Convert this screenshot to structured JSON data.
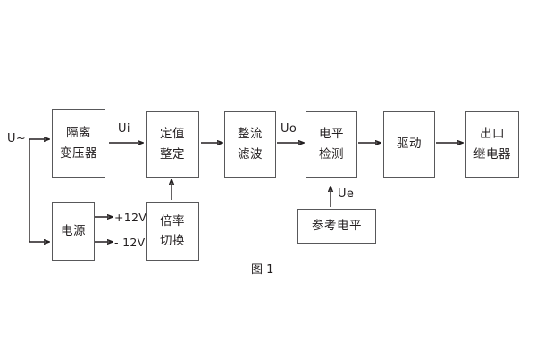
{
  "figure": {
    "caption": "图 1",
    "stroke_color": "#231f20",
    "box_border_color": "#58585a",
    "background": "#ffffff"
  },
  "signals": {
    "input": "U~",
    "ui": "Ui",
    "uo": "Uo",
    "ue": "Ue",
    "rail_pos": "+12V",
    "rail_neg": "- 12V"
  },
  "blocks": [
    {
      "id": "isolation-transformer",
      "lines": [
        "隔离",
        "变压器"
      ]
    },
    {
      "id": "setting-value",
      "lines": [
        "定值",
        "整定"
      ]
    },
    {
      "id": "rectify-filter",
      "lines": [
        "整流",
        "滤波"
      ]
    },
    {
      "id": "level-detect",
      "lines": [
        "电平",
        "检测"
      ]
    },
    {
      "id": "drive",
      "lines": [
        "驱动"
      ]
    },
    {
      "id": "output-relay",
      "lines": [
        "出口",
        "继电器"
      ]
    },
    {
      "id": "power-supply",
      "lines": [
        "电源"
      ]
    },
    {
      "id": "multiplier-switch",
      "lines": [
        "倍率",
        "切换"
      ]
    },
    {
      "id": "reference-level",
      "lines": [
        "参考电平"
      ]
    }
  ]
}
